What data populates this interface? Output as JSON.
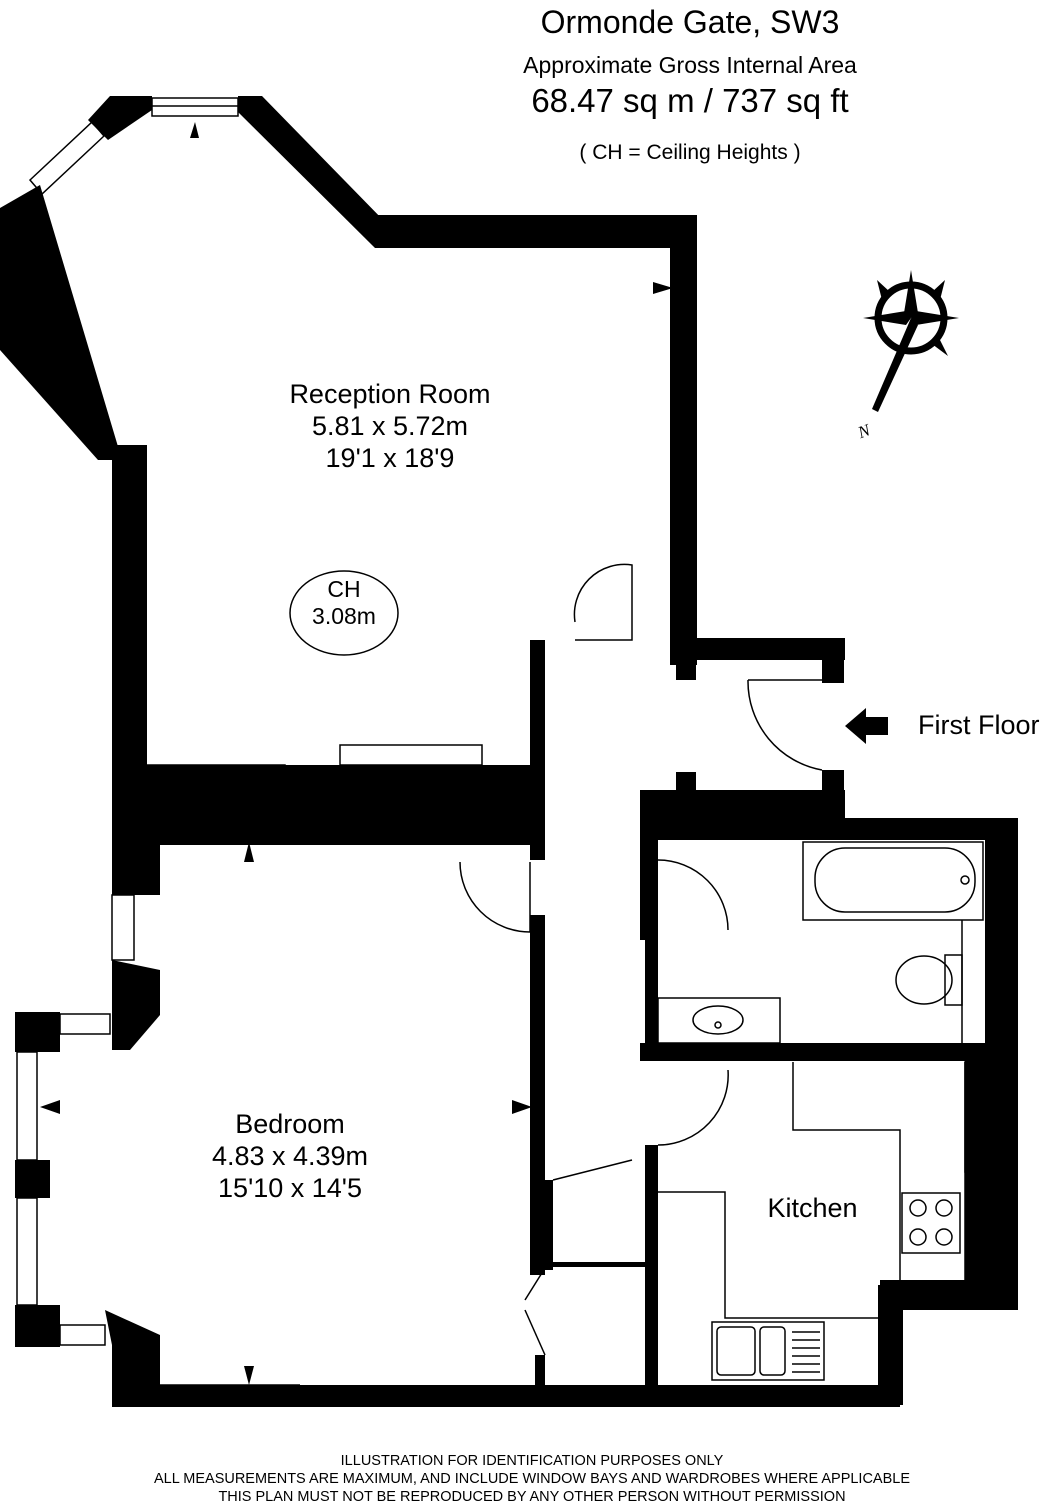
{
  "header": {
    "address": "Ormonde Gate, SW3",
    "area_label": "Approximate Gross Internal Area",
    "area_value": "68.47 sq m  /  737 sq ft",
    "ceiling_note": "( CH = Ceiling Heights )"
  },
  "rooms": {
    "reception": {
      "name": "Reception Room",
      "metric": "5.81 x 5.72m",
      "imperial": "19'1 x 18'9"
    },
    "bedroom": {
      "name": "Bedroom",
      "metric": "4.83 x 4.39m",
      "imperial": "15'10 x 14'5"
    },
    "kitchen": {
      "name": "Kitchen"
    }
  },
  "ceiling_height": {
    "label": "CH",
    "value": "3.08m"
  },
  "entrance": {
    "label": "First Floor"
  },
  "compass": {
    "label": "N"
  },
  "disclaimer": {
    "line1": "ILLUSTRATION FOR IDENTIFICATION PURPOSES ONLY",
    "line2": "ALL MEASUREMENTS ARE MAXIMUM, AND INCLUDE WINDOW BAYS AND WARDROBES WHERE APPLICABLE",
    "line3": "THIS PLAN MUST NOT BE REPRODUCED BY ANY OTHER PERSON WITHOUT PERMISSION"
  },
  "colors": {
    "wall": "#000000",
    "background": "#ffffff"
  }
}
